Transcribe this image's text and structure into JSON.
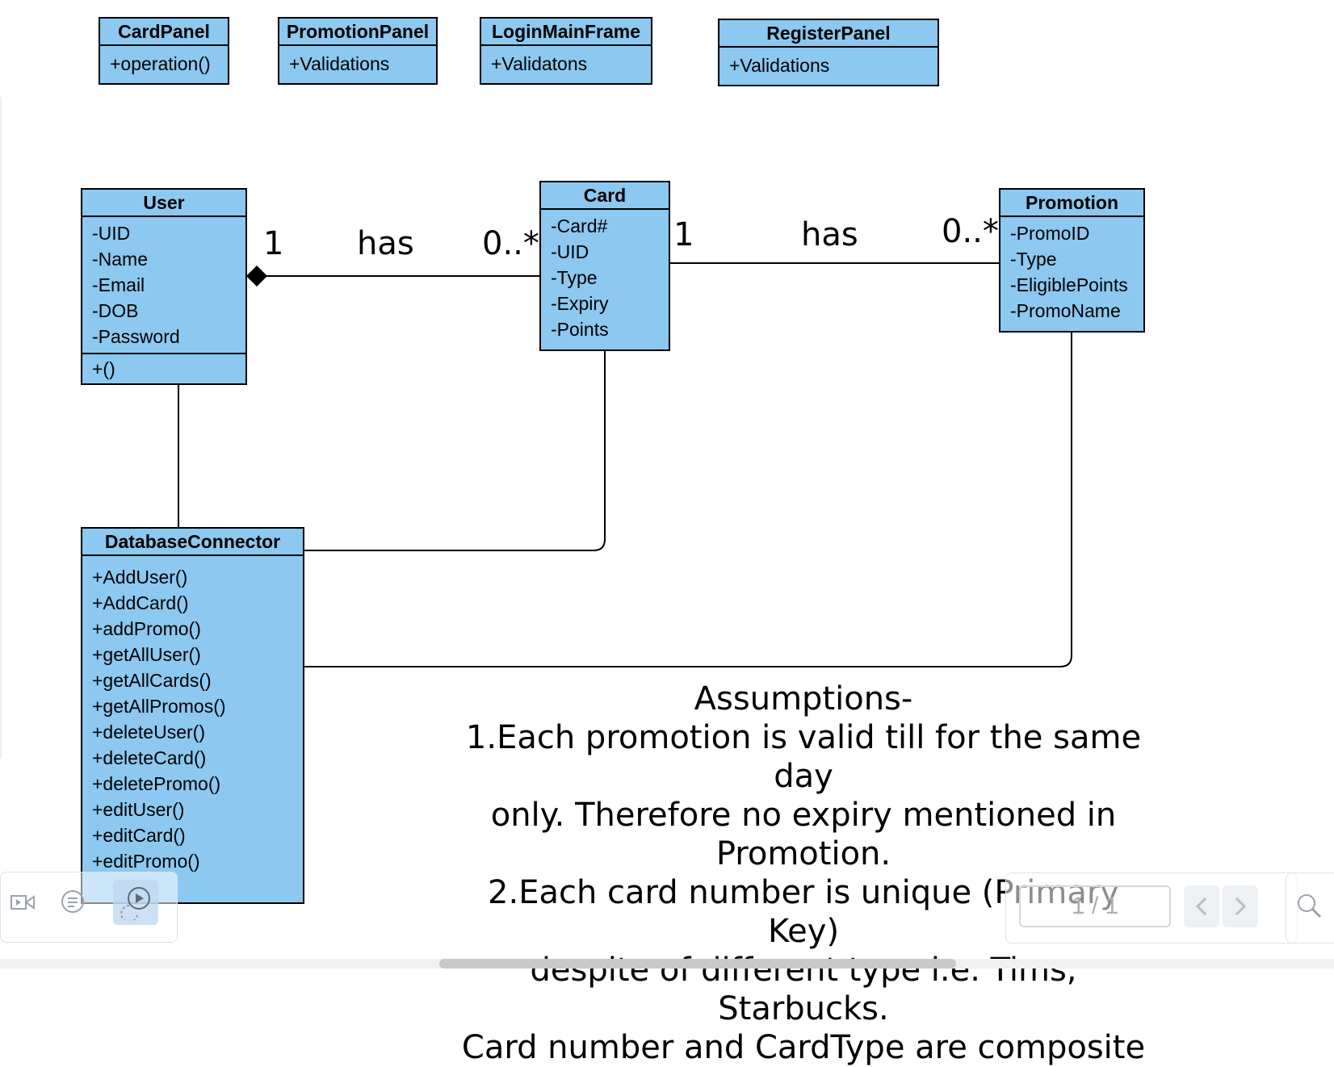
{
  "classes": {
    "card_panel": {
      "name": "CardPanel",
      "methods": [
        "+operation()"
      ]
    },
    "promotion_panel": {
      "name": "PromotionPanel",
      "methods": [
        "+Validations"
      ]
    },
    "login_main_frame": {
      "name": "LoginMainFrame",
      "methods": [
        "+Validatons"
      ]
    },
    "register_panel": {
      "name": "RegisterPanel",
      "methods": [
        "+Validations"
      ]
    },
    "user": {
      "name": "User",
      "attributes": [
        "-UID",
        "-Name",
        "-Email",
        "-DOB",
        "-Password"
      ],
      "methods": [
        "+()"
      ]
    },
    "card": {
      "name": "Card",
      "attributes": [
        "-Card#",
        "-UID",
        "-Type",
        "-Expiry",
        "-Points"
      ]
    },
    "promotion": {
      "name": "Promotion",
      "attributes": [
        "-PromoID",
        "-Type",
        "-EligiblePoints",
        "-PromoName"
      ]
    },
    "database_connector": {
      "name": "DatabaseConnector",
      "methods": [
        "+AddUser()",
        "+AddCard()",
        "+addPromo()",
        "+getAllUser()",
        "+getAllCards()",
        "+getAllPromos()",
        "+deleteUser()",
        "+deleteCard()",
        "+deletePromo()",
        "+editUser()",
        "+editCard()",
        "+editPromo()"
      ]
    }
  },
  "associations": {
    "user_card": {
      "left_mult": "1",
      "label": "has",
      "right_mult": "0..*"
    },
    "card_promotion": {
      "left_mult": "1",
      "label": "has",
      "right_mult": "0..*"
    }
  },
  "notes": [
    "Assumptions-",
    "1.Each promotion is valid till for the same day",
    "only. Therefore no expiry mentioned in",
    "Promotion.",
    "2.Each card number is unique (Primary Key)",
    "despite of different type i.e. Tims, Starbucks.",
    "Card number and CardType are composite"
  ],
  "viewer": {
    "page_indicator": "1 / 1",
    "icons": [
      "video-icon",
      "comment-icon",
      "present-icon",
      "chevron-left-icon",
      "chevron-right-icon",
      "zoom-icon"
    ]
  },
  "colors": {
    "class_fill": "#8cc8ef",
    "border": "#000000"
  }
}
